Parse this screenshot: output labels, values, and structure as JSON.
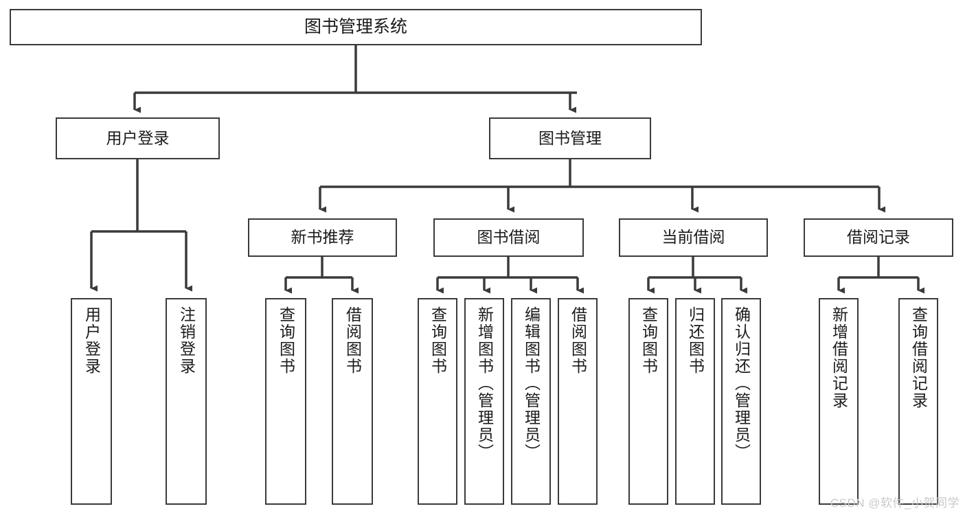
{
  "diagram": {
    "title": "图书管理系统",
    "watermark": "CSDN @软件_小贺同学",
    "line_color": "#3a3a3a",
    "box_fill": "#ffffff",
    "text_color": "#1b1b1b",
    "root": {
      "id": "root",
      "label": "图书管理系统"
    },
    "level1": [
      {
        "id": "user-login",
        "label": "用户登录"
      },
      {
        "id": "book-manage",
        "label": "图书管理"
      }
    ],
    "level2": [
      {
        "id": "new-book-recommend",
        "label": "新书推荐",
        "parent": "book-manage"
      },
      {
        "id": "book-borrow",
        "label": "图书借阅",
        "parent": "book-manage"
      },
      {
        "id": "current-borrow",
        "label": "当前借阅",
        "parent": "book-manage"
      },
      {
        "id": "borrow-record",
        "label": "借阅记录",
        "parent": "book-manage"
      }
    ],
    "leaves": [
      {
        "id": "leaf-user-login",
        "label": "用户登录",
        "parent": "user-login"
      },
      {
        "id": "leaf-user-logout",
        "label": "注销登录",
        "parent": "user-login"
      },
      {
        "id": "leaf-query-book-1",
        "label": "查询图书",
        "parent": "new-book-recommend"
      },
      {
        "id": "leaf-borrow-book-1",
        "label": "借阅图书",
        "parent": "new-book-recommend"
      },
      {
        "id": "leaf-query-book-2",
        "label": "查询图书",
        "parent": "book-borrow"
      },
      {
        "id": "leaf-add-book",
        "label": "新增图书（管理员）",
        "parent": "book-borrow"
      },
      {
        "id": "leaf-edit-book",
        "label": "编辑图书（管理员）",
        "parent": "book-borrow"
      },
      {
        "id": "leaf-borrow-book-2",
        "label": "借阅图书",
        "parent": "book-borrow"
      },
      {
        "id": "leaf-query-book-3",
        "label": "查询图书",
        "parent": "current-borrow"
      },
      {
        "id": "leaf-return-book",
        "label": "归还图书",
        "parent": "current-borrow"
      },
      {
        "id": "leaf-confirm-return",
        "label": "确认归还（管理员）",
        "parent": "current-borrow"
      },
      {
        "id": "leaf-add-record",
        "label": "新增借阅记录",
        "parent": "borrow-record"
      },
      {
        "id": "leaf-query-record",
        "label": "查询借阅记录",
        "parent": "borrow-record"
      }
    ]
  }
}
